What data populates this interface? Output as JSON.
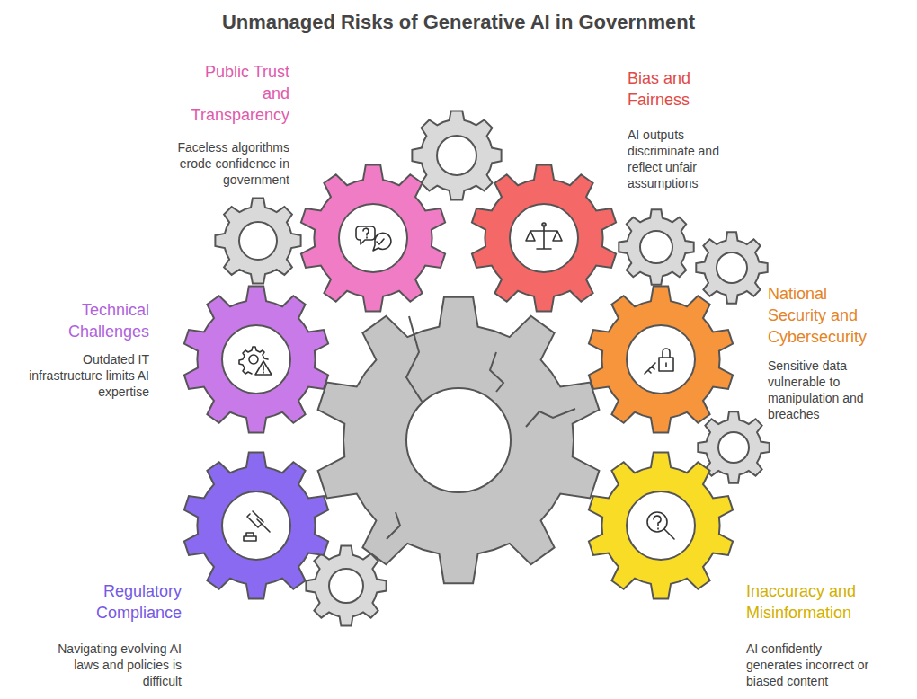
{
  "diagram": {
    "title": "Unmanaged Risks of Generative AI in Government",
    "nodes": [
      {
        "text": [
          "Public Trust and Transparency",
          "Faceless algorithms erode confidence in government"
        ]
      },
      {
        "text": [
          "Bias and Fairness",
          "AI outputs discriminate and reflect unfair assumptions"
        ]
      },
      {
        "text": [
          "Technical Challenges",
          "Outdated IT infrastructure limits AI expertise"
        ]
      },
      {
        "text": [
          "National Security and Cybersecurity",
          "Sensitive data vulnerable to manipulation and breaches"
        ]
      },
      {
        "text": [
          "Regulatory Compliance",
          "Navigating evolving AI laws and policies is difficult"
        ]
      },
      {
        "text": [
          "Inaccuracy and Misinformation",
          "AI confidently generates incorrect or biased content"
        ]
      }
    ]
  }
}
